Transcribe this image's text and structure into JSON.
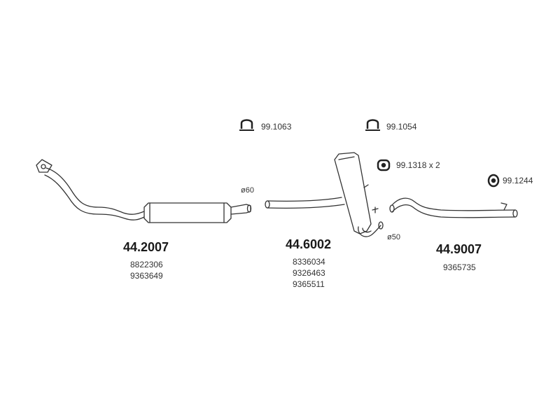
{
  "parts": [
    {
      "number": "44.2007",
      "oe": [
        "8822306",
        "9363649"
      ]
    },
    {
      "number": "44.6002",
      "oe": [
        "8336034",
        "9326463",
        "9365511"
      ]
    },
    {
      "number": "44.9007",
      "oe": [
        "9365735"
      ]
    }
  ],
  "accessories": {
    "clamp_1": "99.1063",
    "clamp_2": "99.1054",
    "mount_1": "99.1318 x 2",
    "mount_2": "99.1244"
  },
  "diameters": {
    "d60": "ø60",
    "d50": "ø50"
  }
}
